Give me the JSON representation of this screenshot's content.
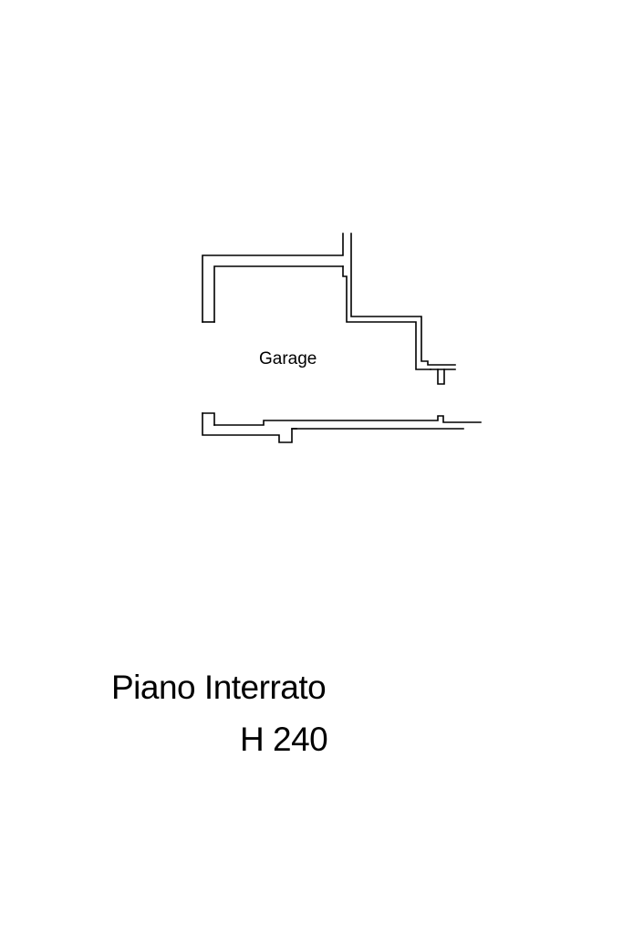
{
  "plan": {
    "rooms": [
      {
        "label": "Garage"
      }
    ]
  },
  "caption": {
    "title": "Piano Interrato",
    "height": "H 240"
  }
}
